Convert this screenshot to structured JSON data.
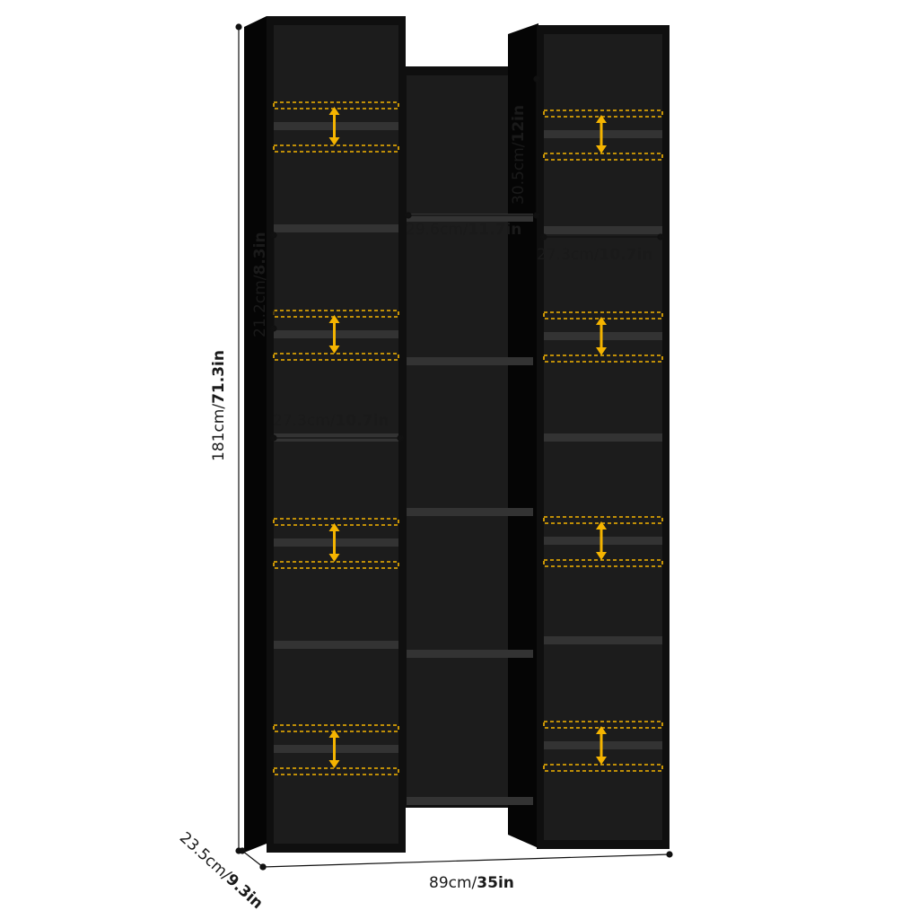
{
  "dimensions": {
    "height": {
      "metric": "181cm",
      "imperial": "71.3in"
    },
    "width": {
      "metric": "89cm",
      "imperial": "35in"
    },
    "depth": {
      "metric": "23.5cm",
      "imperial": "9.3in"
    },
    "center_compartment_height": {
      "metric": "30.5cm",
      "imperial": "12in"
    },
    "center_compartment_width": {
      "metric": "29.6cm",
      "imperial": "11.7in"
    },
    "side_compartment_width_right": {
      "metric": "27.3cm",
      "imperial": "10.7in"
    },
    "side_compartment_width_left": {
      "metric": "27.3cm",
      "imperial": "10.7in"
    },
    "side_compartment_height": {
      "metric": "21.2cm",
      "imperial": "8.3in"
    },
    "separator": "/"
  },
  "colors": {
    "cabinet": "#0f0f0f",
    "interior": "#1c1c1c",
    "shelf": "#333333",
    "adjust_arrow": "#f5b400",
    "dimension_line": "#111111"
  },
  "icon_names": [
    "adjustable-shelf-arrow-icon"
  ]
}
